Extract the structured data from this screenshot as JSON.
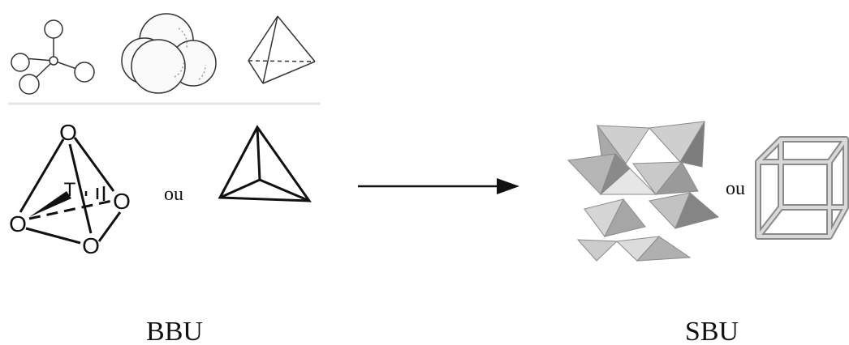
{
  "labels": {
    "bbu": "BBU",
    "sbu": "SBU",
    "or_left": "ou",
    "or_right": "ou"
  },
  "atoms": {
    "top": "O",
    "center": "T",
    "right": "O",
    "left": "O",
    "bottom": "O"
  },
  "colors": {
    "line": "#111111",
    "polyhedron_light": "#cfcfcf",
    "polyhedron_mid": "#a9a9a9",
    "polyhedron_dark": "#7d7d7d",
    "cube_frame": "#bdbdbd"
  }
}
